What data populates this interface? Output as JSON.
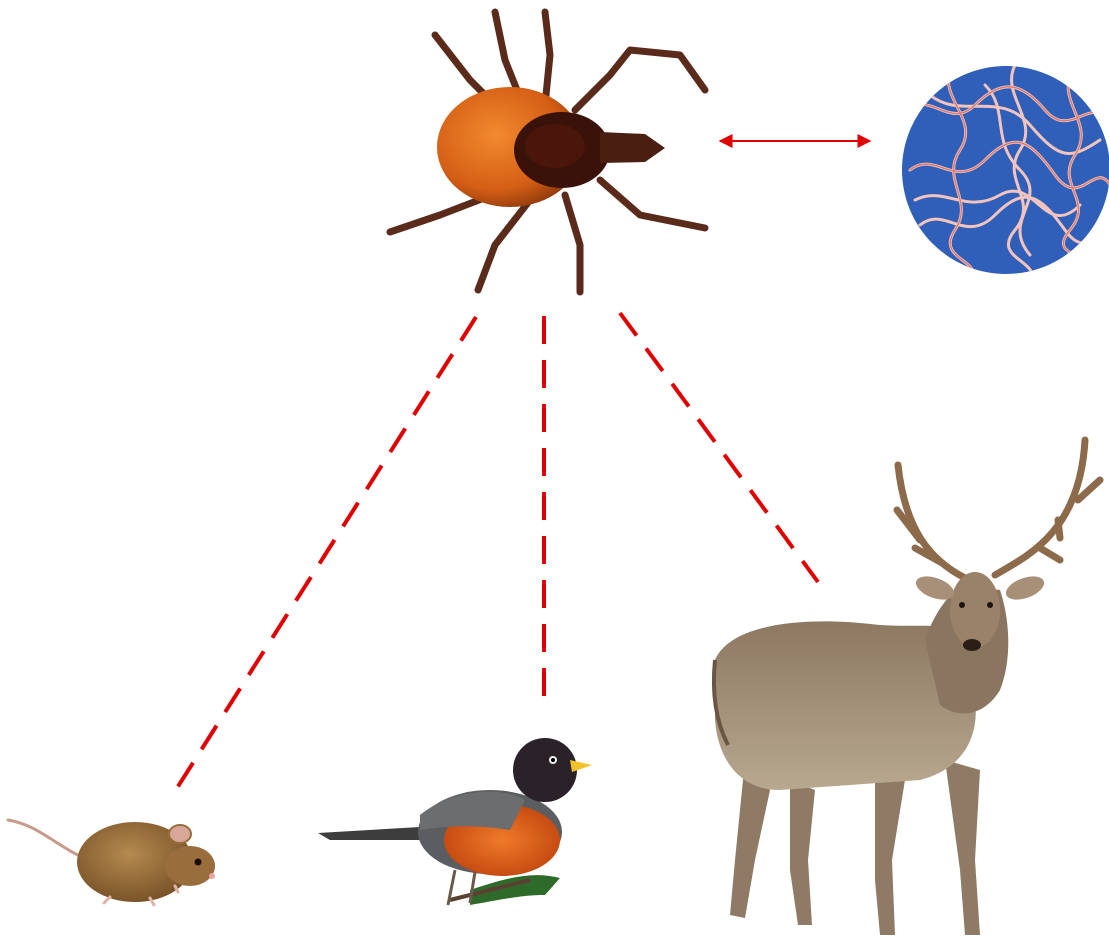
{
  "diagram": {
    "nodes": [
      {
        "id": "tick",
        "icon": "tick-icon"
      },
      {
        "id": "bacteria",
        "icon": "spirochete-bacteria-icon"
      },
      {
        "id": "mouse",
        "icon": "mouse-icon"
      },
      {
        "id": "bird",
        "icon": "robin-bird-icon"
      },
      {
        "id": "deer",
        "icon": "deer-icon"
      }
    ],
    "links": [
      {
        "from": "tick",
        "to": "bacteria",
        "style": "double-arrow",
        "color": "#e00000"
      },
      {
        "from": "tick",
        "to": "mouse",
        "style": "dashed",
        "color": "#e00000"
      },
      {
        "from": "tick",
        "to": "bird",
        "style": "dashed",
        "color": "#e00000"
      },
      {
        "from": "tick",
        "to": "deer",
        "style": "dashed",
        "color": "#e00000"
      }
    ]
  }
}
